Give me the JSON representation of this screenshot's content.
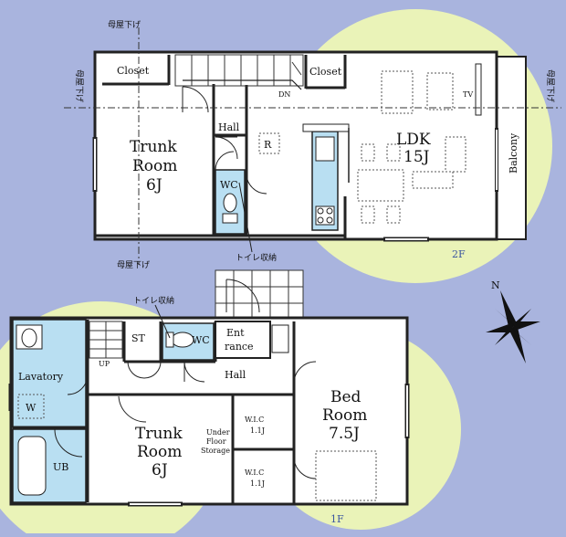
{
  "floor2": {
    "label": "2F",
    "annotations": {
      "left": "母屋下げ",
      "right": "母屋下げ",
      "top": "母屋下げ",
      "bottom": "母屋下げ"
    },
    "rooms": {
      "closet_left": "Closet",
      "closet_mid": "Closet",
      "dn": "DN",
      "hall": "Hall",
      "trunk_line1": "Trunk",
      "trunk_line2": "Room",
      "trunk_line3": "6J",
      "wc": "WC",
      "r": "R",
      "ldk_line1": "LDK",
      "ldk_line2": "15J",
      "tv": "TV",
      "balcony": "Balcony",
      "toilet_storage": "トイレ収納"
    }
  },
  "floor1": {
    "label": "1F",
    "rooms": {
      "toilet_storage": "トイレ収納",
      "st": "ST",
      "wc": "WC",
      "entrance_line1": "Ent",
      "entrance_line2": "rance",
      "up": "UP",
      "lavatory": "Lavatory",
      "w": "W",
      "hall": "Hall",
      "ub": "UB",
      "trunk_line1": "Trunk",
      "trunk_line2": "Room",
      "trunk_line3": "6J",
      "wic1_line1": "W.I.C",
      "wic1_line2": "1.1J",
      "wic2_line1": "W.I.C",
      "wic2_line2": "1.1J",
      "underfloor_line1": "Under",
      "underfloor_line2": "Floor",
      "underfloor_line3": "Storage",
      "bed_line1": "Bed",
      "bed_line2": "Room",
      "bed_line3": "7.5J"
    }
  },
  "compass": {
    "north": "N"
  },
  "colors": {
    "background": "#a9b4de",
    "highlight": "#eaf3b8",
    "wet_area": "#b9dff2",
    "wall": "#222222"
  }
}
